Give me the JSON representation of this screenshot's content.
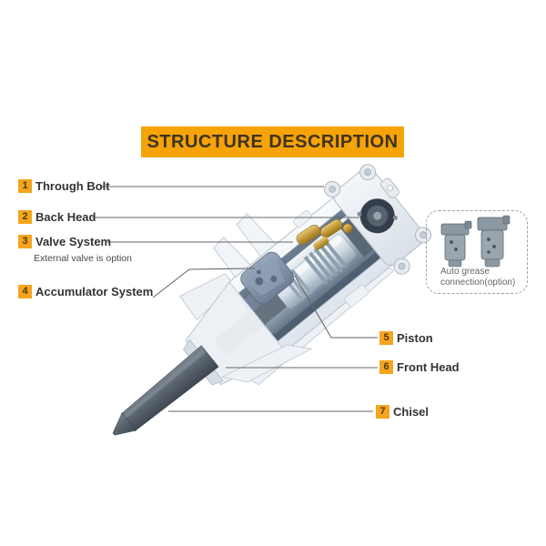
{
  "title": "STRUCTURE DESCRIPTION",
  "parts": [
    {
      "num": "1",
      "label": "Through Bolt"
    },
    {
      "num": "2",
      "label": "Back Head"
    },
    {
      "num": "3",
      "label": "Valve System",
      "note": "External valve is option"
    },
    {
      "num": "4",
      "label": "Accumulator System"
    },
    {
      "num": "5",
      "label": "Piston"
    },
    {
      "num": "6",
      "label": "Front Head"
    },
    {
      "num": "7",
      "label": "Chisel"
    }
  ],
  "grease_note": {
    "line1": "Auto grease",
    "line2": "connection(option)"
  },
  "colors": {
    "accent": "#F5A307",
    "badge": "#F5A41E",
    "leader_line": "#666666"
  }
}
